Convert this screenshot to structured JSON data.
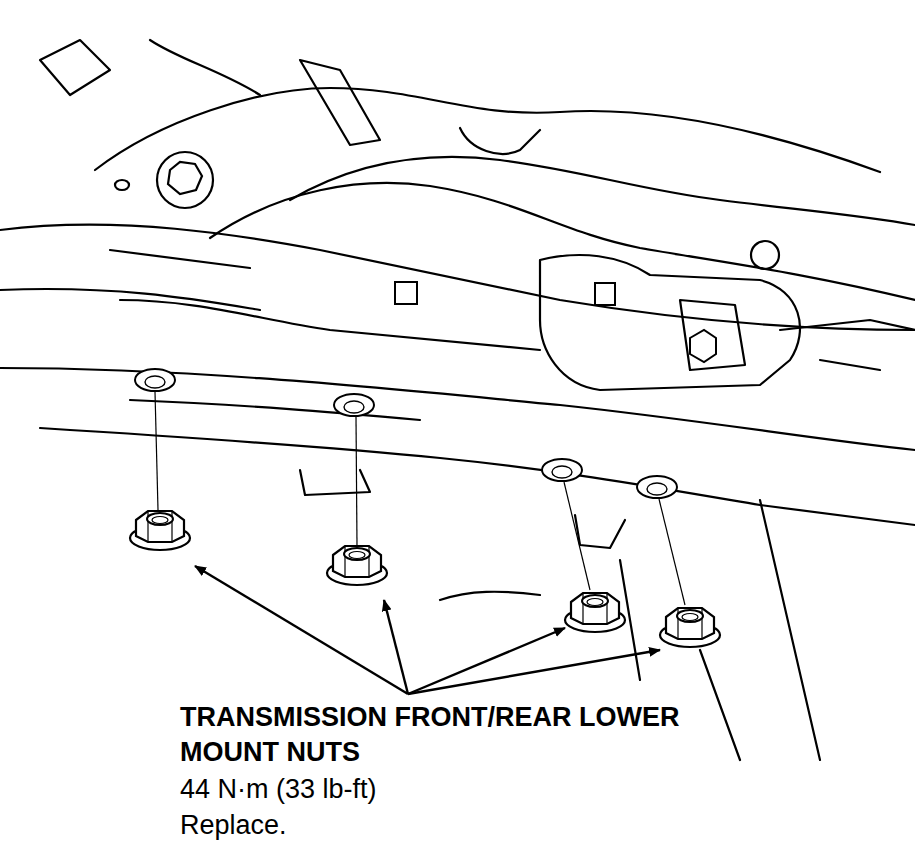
{
  "diagram": {
    "labels": [
      "TRANSMISSION FRONT/REAR LOWER MOUNT NUTS",
      "44 N·m (33 lb-ft)",
      "Replace."
    ]
  }
}
